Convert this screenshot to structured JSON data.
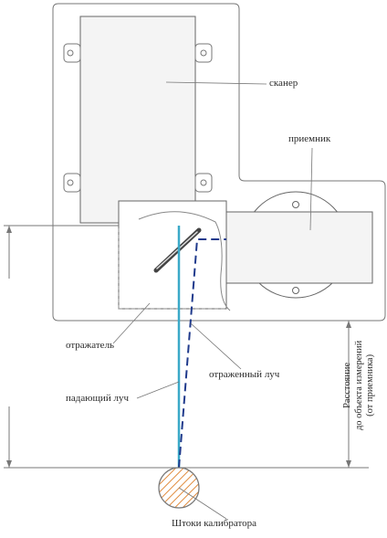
{
  "labels": {
    "scanner": "сканер",
    "receiver": "приемник",
    "reflector": "отражатель",
    "reflected_beam": "отраженный луч",
    "incident_beam": "падающий луч",
    "calibrator_rods": "Штоки калибратора",
    "distance_line1": "Расстояние",
    "distance_line2": "до объекта измерений",
    "distance_line3": "(от приемника)"
  },
  "colors": {
    "outline": "#555555",
    "incident_beam": "#3aa9c8",
    "reflected_beam": "#1f3a8c",
    "rod_hatch": "#e08a3c",
    "box_fill": "#f4f4f4"
  }
}
